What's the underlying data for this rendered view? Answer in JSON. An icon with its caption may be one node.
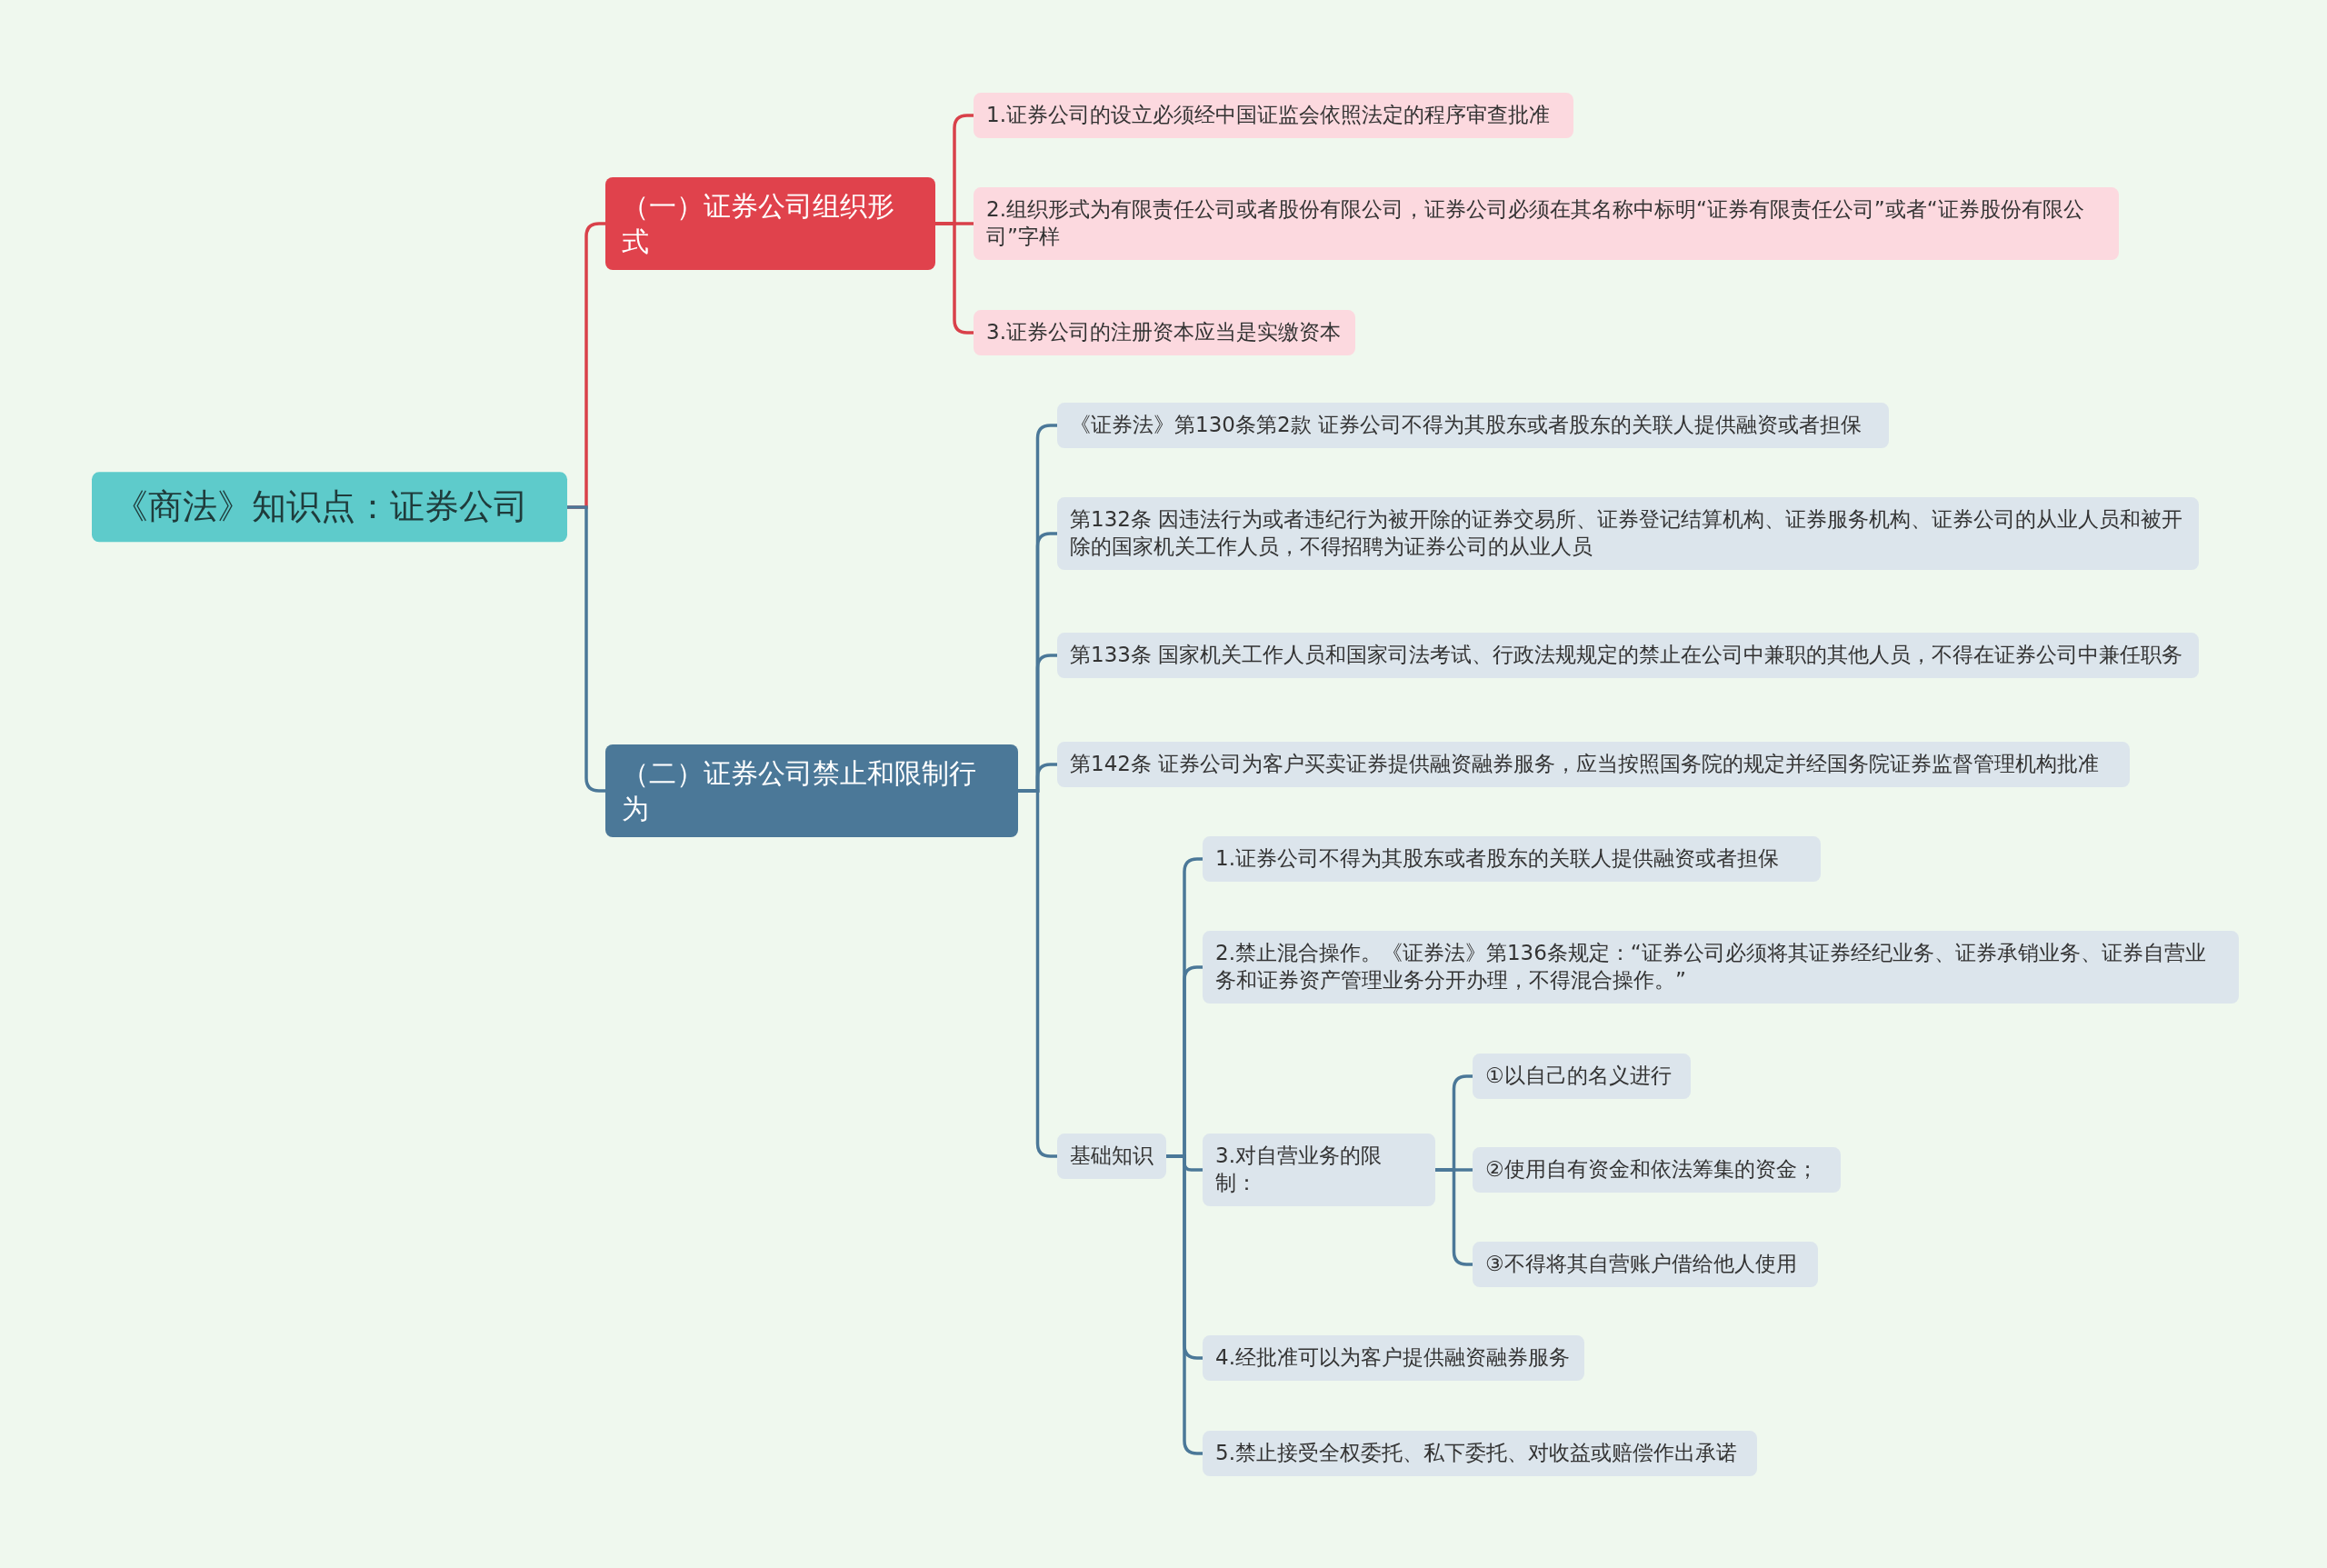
{
  "diagram": {
    "nodes": [
      {
        "text": [
          "《商法》知识点：证券公司"
        ]
      },
      {
        "text": [
          "（一）证券公司组织形式"
        ]
      },
      {
        "text": [
          "1.证券公司的设立必须经中国证监会依照法定的程序审查批准"
        ]
      },
      {
        "text": [
          "2.组织形式为有限责任公司或者股份有限公司，证券公司必须在其名称中标明“证券有限责任公司”或者“证券股份有限公司”字样"
        ]
      },
      {
        "text": [
          "3.证券公司的注册资本应当是实缴资本"
        ]
      },
      {
        "text": [
          "（二）证券公司禁止和限制行为"
        ]
      },
      {
        "text": [
          "《证券法》第130条第2款 证券公司不得为其股东或者股东的关联人提供融资或者担保"
        ]
      },
      {
        "text": [
          "第132条 因违法行为或者违纪行为被开除的证券交易所、证券登记结算机构、证券服务机构、证券公司的从业人员和被开除的国家机关工作人员，不得招聘为证券公司的从业人员"
        ]
      },
      {
        "text": [
          "第133条 国家机关工作人员和国家司法考试、行政法规规定的禁止在公司中兼职的其他人员，不得在证券公司中兼任职务"
        ]
      },
      {
        "text": [
          "第142条 证券公司为客户买卖证券提供融资融券服务，应当按照国务院的规定并经国务院证券监督管理机构批准"
        ]
      },
      {
        "text": [
          "基础知识"
        ]
      },
      {
        "text": [
          "1.证券公司不得为其股东或者股东的关联人提供融资或者担保"
        ]
      },
      {
        "text": [
          "2.禁止混合操作。《证券法》第136条规定：“证券公司必须将其证券经纪业务、证券承销业务、证券自营业务和证券资产管理业务分开办理，不得混合操作。”"
        ]
      },
      {
        "text": [
          "3.对自营业务的限制："
        ]
      },
      {
        "text": [
          "①以自己的名义进行"
        ]
      },
      {
        "text": [
          "②使用自有资金和依法筹集的资金；"
        ]
      },
      {
        "text": [
          "③不得将其自营账户借给他人使用"
        ]
      },
      {
        "text": [
          "4.经批准可以为客户提供融资融券服务"
        ]
      },
      {
        "text": [
          "5.禁止接受全权委托、私下委托、对收益或赔偿作出承诺"
        ]
      }
    ],
    "edges": [
      {
        "from": 0,
        "to": 1,
        "arrow": "none",
        "color": "#d9414a"
      },
      {
        "from": 1,
        "to": 2,
        "arrow": "none",
        "color": "#d9414a"
      },
      {
        "from": 1,
        "to": 3,
        "arrow": "none",
        "color": "#d9414a"
      },
      {
        "from": 1,
        "to": 4,
        "arrow": "none",
        "color": "#d9414a"
      },
      {
        "from": 0,
        "to": 5,
        "arrow": "none"
      },
      {
        "from": 5,
        "to": 6,
        "arrow": "none"
      },
      {
        "from": 5,
        "to": 7,
        "arrow": "none"
      },
      {
        "from": 5,
        "to": 8,
        "arrow": "none"
      },
      {
        "from": 5,
        "to": 9,
        "arrow": "none"
      },
      {
        "from": 5,
        "to": 10,
        "arrow": "none"
      },
      {
        "from": 10,
        "to": 11,
        "arrow": "none"
      },
      {
        "from": 10,
        "to": 12,
        "arrow": "none"
      },
      {
        "from": 10,
        "to": 13,
        "arrow": "none"
      },
      {
        "from": 13,
        "to": 14,
        "arrow": "none"
      },
      {
        "from": 13,
        "to": 15,
        "arrow": "none"
      },
      {
        "from": 13,
        "to": 16,
        "arrow": "none"
      },
      {
        "from": 10,
        "to": 17,
        "arrow": "none"
      },
      {
        "from": 10,
        "to": 18,
        "arrow": "none"
      }
    ]
  }
}
